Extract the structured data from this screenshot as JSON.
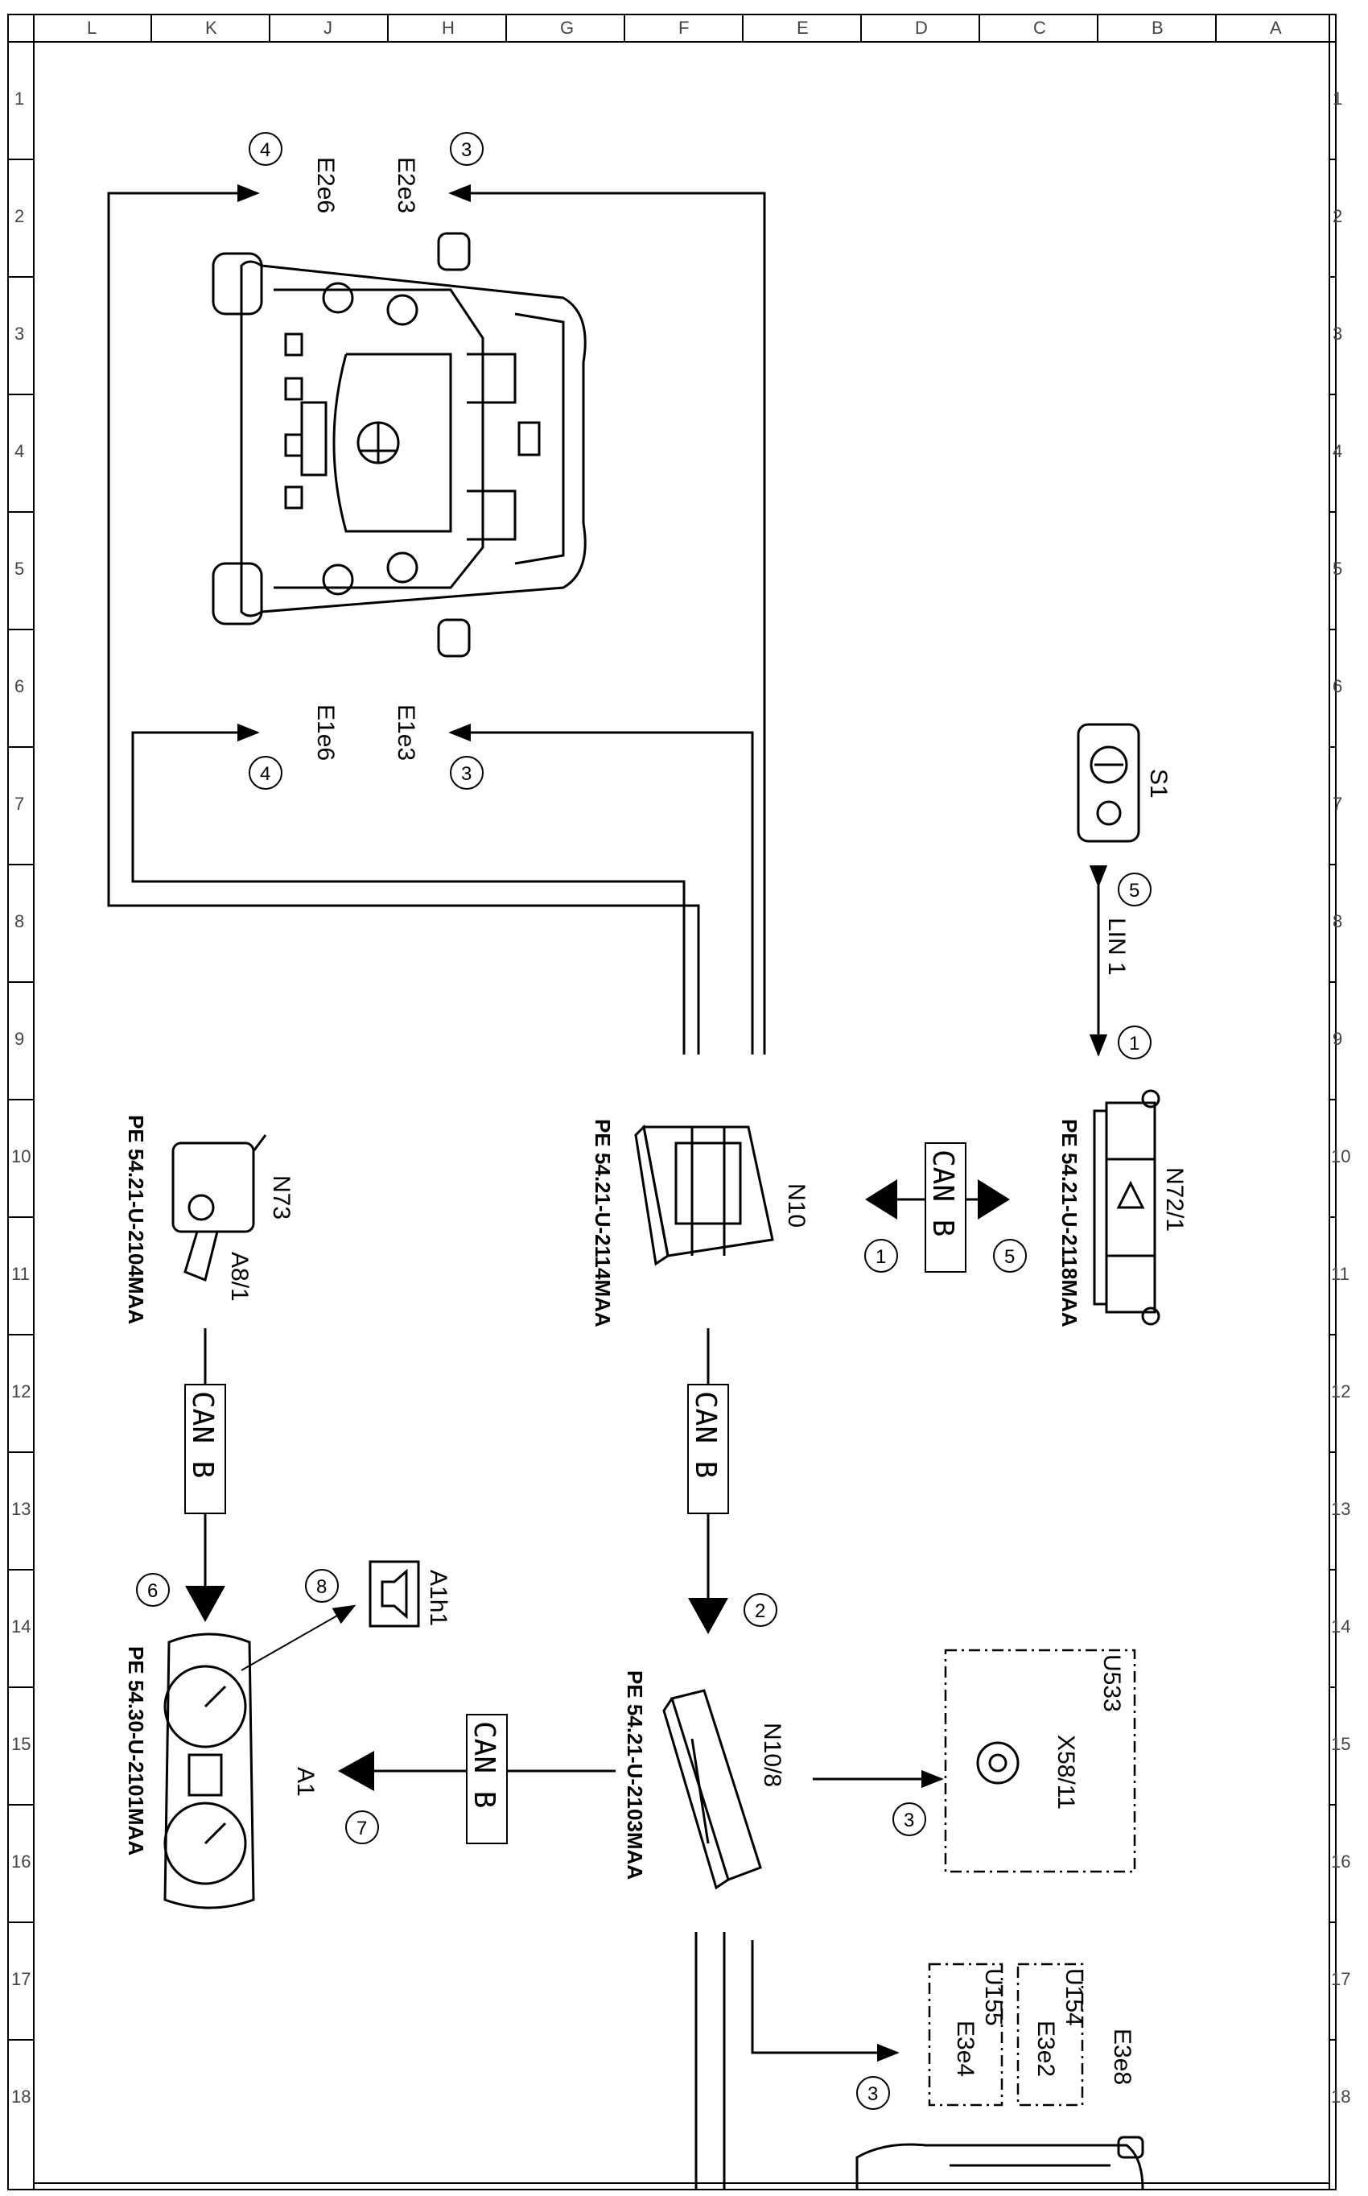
{
  "grid": {
    "columns": [
      "L",
      "K",
      "J",
      "H",
      "G",
      "F",
      "E",
      "D",
      "C",
      "B",
      "A"
    ],
    "rows": [
      "1",
      "2",
      "3",
      "4",
      "5",
      "6",
      "7",
      "8",
      "9",
      "10",
      "11",
      "12",
      "13",
      "14",
      "15",
      "16",
      "17",
      "18"
    ]
  },
  "components": {
    "s1": "S1",
    "n72_1": "N72/1",
    "n10": "N10",
    "n73": "N73",
    "a8_1": "A8/1",
    "n10_8": "N10/8",
    "a1": "A1",
    "a1h1": "A1h1",
    "u533": "U533",
    "x58_11": "X58/11",
    "e3e8": "E3e8",
    "u154": "U154",
    "e3e2": "E3e2",
    "u155": "U155",
    "e3e4": "E3e4"
  },
  "lamps": {
    "e2e3": "E2e3",
    "e2e6": "E2e6",
    "e1e3": "E1e3",
    "e1e6": "E1e6"
  },
  "references": {
    "n72_1": "PE 54.21-U-2118MAA",
    "n10": "PE 54.21-U-2114MAA",
    "n73": "PE 54.21-U-2104MAA",
    "n10_8": "PE 54.21-U-2103MAA",
    "a1": "PE 54.30-U-2101MAA"
  },
  "buses": {
    "lin": "LIN 1",
    "can_n10": "CAN B",
    "can_n10_n10_8": "CAN B",
    "can_n73_a1": "CAN B",
    "can_n10_8_a1": "CAN B"
  },
  "step_numbers": {
    "lin_start": "1",
    "lin_end": "5",
    "can_out": "1",
    "can_in": "5",
    "to_n10_8": "2",
    "to_x58": "3",
    "to_e3": "3",
    "to_e2e3": "3",
    "to_e1e3": "3",
    "to_e2e6": "4",
    "to_e1e6": "4",
    "n73_to_a1": "6",
    "n10_8_to_a1": "7",
    "a1_to_a1h1": "8"
  },
  "icons": [
    "hazard-warning-icon",
    "car-front-icon",
    "key-switch-icon",
    "instrument-cluster-icon",
    "buzzer-icon",
    "control-module-icon",
    "connector-icon"
  ]
}
